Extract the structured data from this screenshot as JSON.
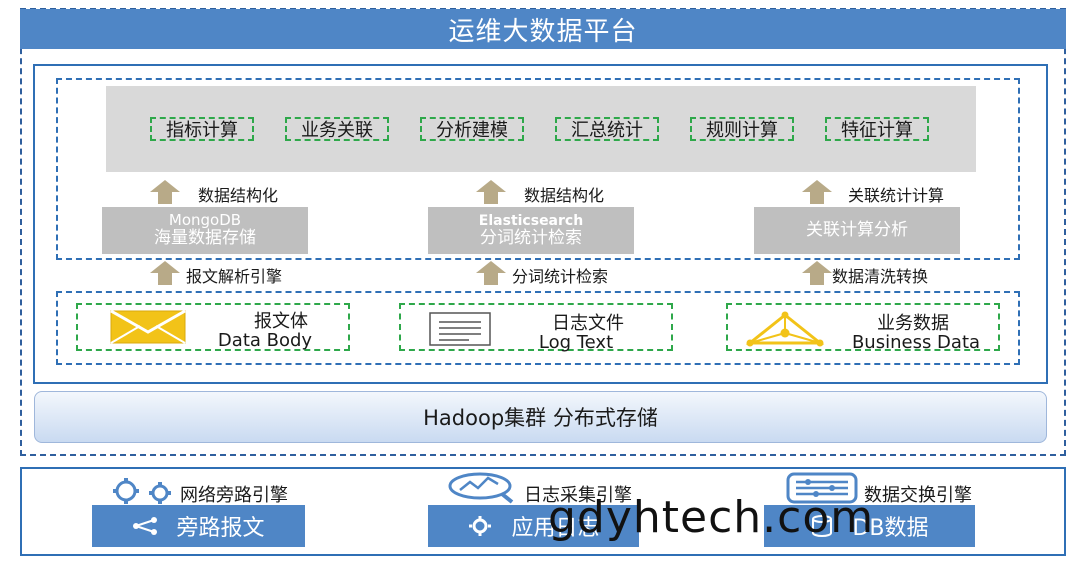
{
  "title": "运维大数据平台",
  "compute_tags": [
    "指标计算",
    "业务关联",
    "分析建模",
    "汇总统计",
    "规则计算",
    "特征计算"
  ],
  "upper_arrows": [
    {
      "label": "数据结构化"
    },
    {
      "label": "数据结构化"
    },
    {
      "label": "关联统计计算"
    }
  ],
  "storage": [
    {
      "line1": "MongoDB",
      "line2": "海量数据存储"
    },
    {
      "line1": "Elasticsearch",
      "line2": "分词统计检索"
    },
    {
      "line1": "关联计算分析",
      "line2": ""
    }
  ],
  "lower_arrows": [
    {
      "label": "报文解析引擎"
    },
    {
      "label": "分词统计检索"
    },
    {
      "label": "数据清洗转换"
    }
  ],
  "sources": [
    {
      "title": "报文体",
      "subtitle": "Data Body",
      "icon": "envelope-icon"
    },
    {
      "title": "日志文件",
      "subtitle": "Log Text",
      "icon": "document-icon"
    },
    {
      "title": "业务数据",
      "subtitle": "Business Data",
      "icon": "network-triangle-icon"
    }
  ],
  "hadoop": "Hadoop集群 分布式存储",
  "collectors": [
    {
      "engine": "网络旁路引擎",
      "box": "旁路报文",
      "engine_icon": "gears-icon",
      "box_icon": "share-icon"
    },
    {
      "engine": "日志采集引擎",
      "box": "应用日志",
      "engine_icon": "magnifier-chart-icon",
      "box_icon": "gear-icon"
    },
    {
      "engine": "数据交换引擎",
      "box": "DB数据",
      "engine_icon": "sliders-icon",
      "box_icon": "database-icon"
    }
  ],
  "watermark": "gdyhtech.com",
  "colors": {
    "title_bar": "#4f86c6",
    "frame": "#2f6fb5",
    "tag_border": "#2ea84a",
    "arrow": "#b8aa88",
    "store_box": "#bfbfbf",
    "envelope": "#f2c318"
  }
}
